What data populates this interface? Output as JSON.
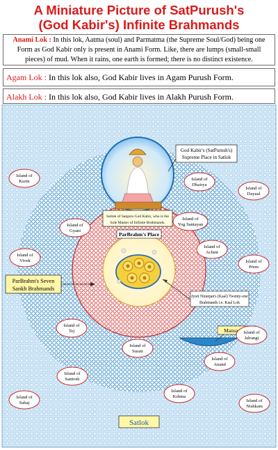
{
  "title": {
    "line1": "A Miniature Picture of SatPurush's",
    "line2": "(God Kabir's) Infinite Brahmands"
  },
  "anami": {
    "name": "Anami Lok :",
    "text": "In this lok, Aatma (soul) and Parmatma (the Supreme Soul/God) being one Form as God Kabir only is present in Anami Form. Like, there are lumps (small-small pieces) of mud. When it rains, one earth is formed; there is no distinct existence."
  },
  "agam": {
    "name": "Agam Lok :",
    "text": "In this lok also, God Kabir lives in Agam Purush Form."
  },
  "alakh": {
    "name": "Alakh Lok :",
    "text": "In this lok also, God Kabir lives in Alakh Purush Form."
  },
  "diagram": {
    "supreme_place": [
      "God Kabir's (SatPurush's)",
      "Supreme Place in Satlok"
    ],
    "satguru_caption": [
      "Satlok of Satguru God Kabir, who is the",
      "Sole Master of Infinite Brahmands."
    ],
    "parbrahm_place": "ParBrahm's Place",
    "seven_sankh": [
      "ParBrahm's Seven",
      "Sankh Brahmands"
    ],
    "jyoti_caption": [
      "Jyoti Niranjan's (Kaal) Twenty-one",
      "Brahmands i.e. Kaal Lok"
    ],
    "mansarover": "Mansarover",
    "satlok": "Satlok",
    "islands": [
      [
        "Island of",
        "Kurm"
      ],
      [
        "Island of",
        "Dhairya"
      ],
      [
        "Island of",
        "Dayaal"
      ],
      [
        "Island of",
        "Gyani"
      ],
      [
        "Island of",
        "Yog Santayan"
      ],
      [
        "Island of",
        "Vivek"
      ],
      [
        "Island of",
        "Achint"
      ],
      [
        "Island of",
        "Prem"
      ],
      [
        "Island of",
        "Tej"
      ],
      [
        "Island of",
        "Surati"
      ],
      [
        "Island of",
        "Jalrangi"
      ],
      [
        "Island of",
        "Anand"
      ],
      [
        "Island of",
        "Santosh"
      ],
      [
        "Island of",
        "Sahaj"
      ],
      [
        "Island of",
        "Kshma"
      ],
      [
        "Island of",
        "Nishkam"
      ]
    ]
  }
}
